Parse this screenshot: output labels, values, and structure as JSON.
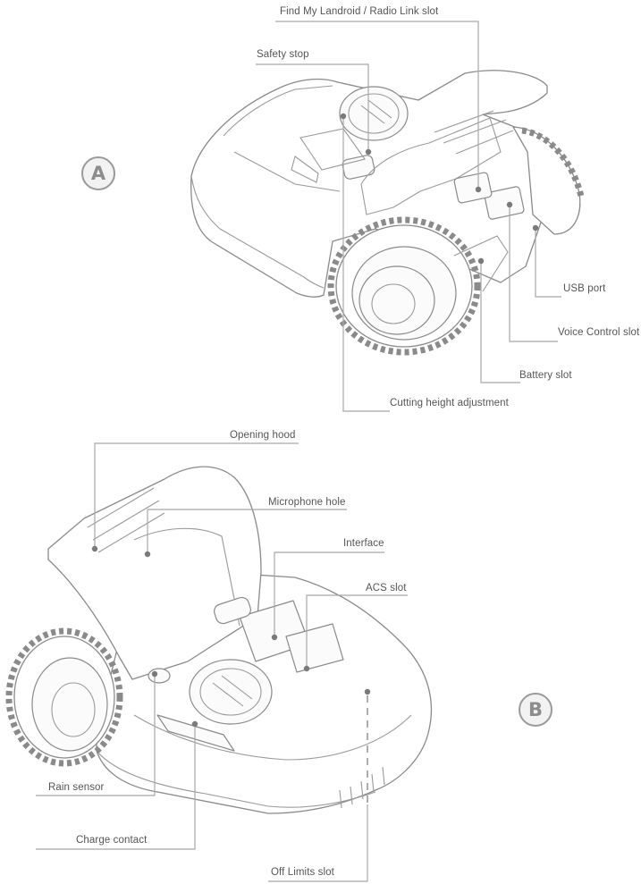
{
  "badges": {
    "a": "A",
    "b": "B"
  },
  "callouts_a": {
    "find_my_landroid": "Find My Landroid / Radio Link slot",
    "safety_stop": "Safety stop",
    "usb_port": "USB port",
    "voice_control": "Voice Control slot",
    "battery_slot": "Battery slot",
    "cutting_height": "Cutting height adjustment"
  },
  "callouts_b": {
    "opening_hood": "Opening hood",
    "microphone_hole": "Microphone hole",
    "interface": "Interface",
    "acs_slot": "ACS slot",
    "rain_sensor": "Rain sensor",
    "charge_contact": "Charge contact",
    "off_limits": "Off Limits slot"
  },
  "colors": {
    "line": "#a8a8a8",
    "dot": "#7a7a7a",
    "outline": "#8a8a8a",
    "badge": "#8c8c8c"
  }
}
